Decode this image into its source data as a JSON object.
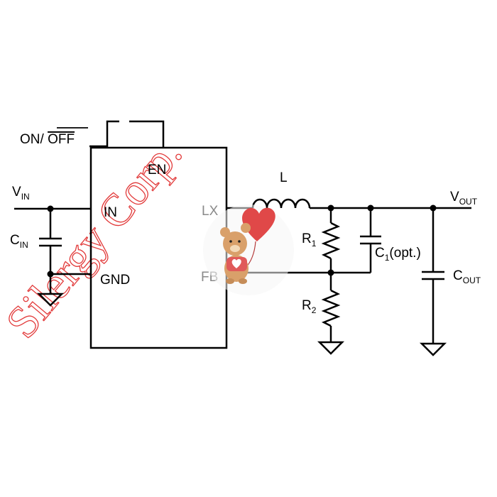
{
  "labels": {
    "on_off_prefix": "ON/ ",
    "on_off_bar": "OFF",
    "en": "EN",
    "in": "IN",
    "gnd": "GND",
    "lx": "LX",
    "fb": "FB",
    "inductor": "L",
    "vin": "V",
    "vin_sub": "IN",
    "cin": "C",
    "cin_sub": "IN",
    "vout": "V",
    "vout_sub": "OUT",
    "r1": "R",
    "r1_sub": "1",
    "r2": "R",
    "r2_sub": "2",
    "c1": "C",
    "c1_sub": "1",
    "c1_suffix": "(opt.)",
    "cout": "C",
    "cout_sub": "OUT"
  },
  "watermark": "Silergy Corp.",
  "colors": {
    "wire": "#000000",
    "watermark": "#e23a3a",
    "heart": "#e04848",
    "bear": "#d9a06a",
    "faded_pin": "#8a8a8a"
  },
  "decorations": {
    "sticker": "teddy-bear-with-heart-balloon"
  }
}
